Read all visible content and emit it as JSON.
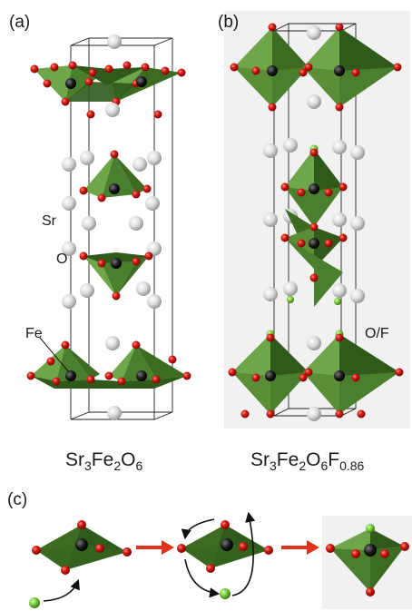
{
  "panels": {
    "a": {
      "tag": "(a)",
      "formula": {
        "base": "Sr",
        "n1": "3",
        "el2": "Fe",
        "n2": "2",
        "el3": "O",
        "n3": "6"
      }
    },
    "b": {
      "tag": "(b)",
      "formula": {
        "base": "Sr",
        "n1": "3",
        "el2": "Fe",
        "n2": "2",
        "el3": "O",
        "n3": "6",
        "el4": "F",
        "n4": "0.86"
      }
    },
    "c": {
      "tag": "(c)"
    }
  },
  "atom_labels": {
    "sr": "Sr",
    "o": "O",
    "fe": "Fe",
    "of": "O/F"
  },
  "colors": {
    "polyhedron_light": "#6fa64a",
    "polyhedron_mid": "#4a7f2e",
    "polyhedron_dark": "#2f5a1c",
    "oxygen": "#cc1111",
    "fluorine": "#6ec93a",
    "iron": "#111111",
    "strontium": "#d8d8d8",
    "arrow_red": "#e0321c",
    "panel_bg": "#f1f1f1"
  }
}
